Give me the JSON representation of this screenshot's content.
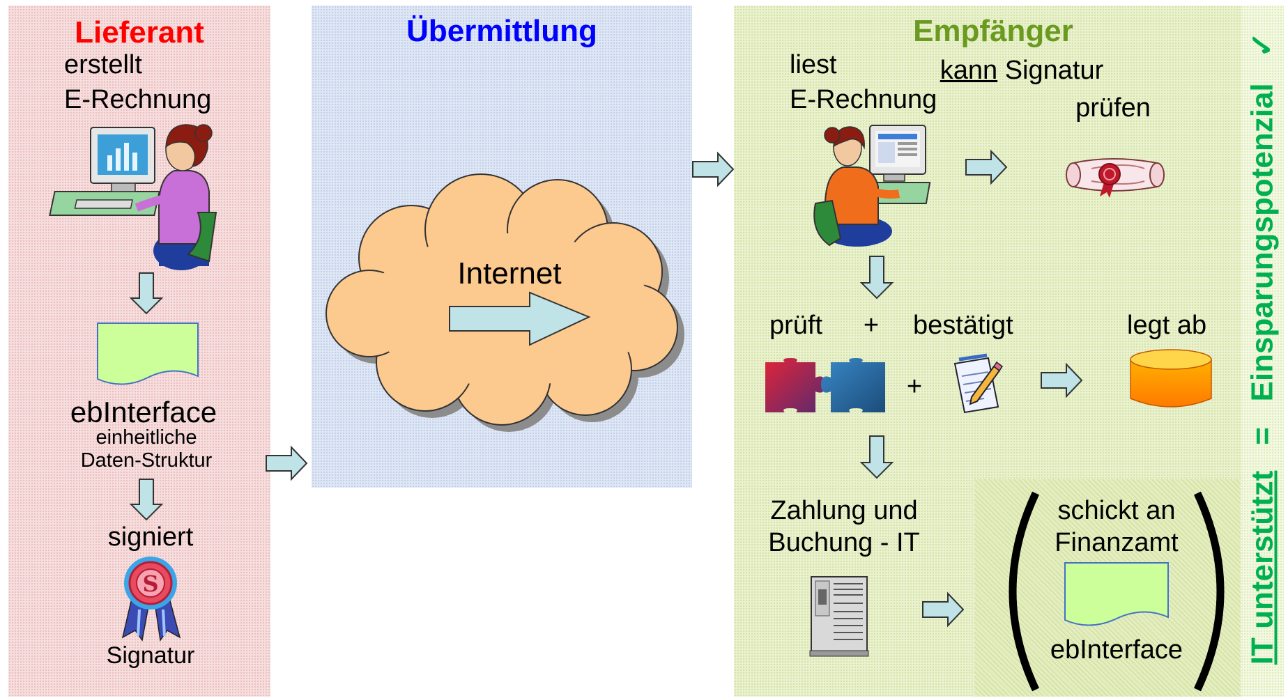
{
  "lieferant": {
    "title": "Lieferant",
    "line1": "erstellt",
    "line2": "E-Rechnung",
    "format_name": "ebInterface",
    "format_desc1": "einheitliche",
    "format_desc2": "Daten-Struktur",
    "sign_label": "signiert",
    "seal_caption": "Signatur"
  },
  "uebermittlung": {
    "title": "Übermittlung",
    "cloud_label": "Internet"
  },
  "empfaenger": {
    "title": "Empfänger",
    "read_line1": "liest",
    "read_line2": "E-Rechnung",
    "sig_check_word": "kann",
    "sig_check_rest": " Signatur",
    "sig_check_line2": "prüfen",
    "check_label": "prüft",
    "plus": "+",
    "confirm_label": "bestätigt",
    "archive_label": "legt ab",
    "payment_line1": "Zahlung und",
    "payment_line2": "Buchung - IT",
    "tax_line1": "schickt an",
    "tax_line2": "Finanzamt",
    "tax_format": "ebInterface"
  },
  "sidebar": {
    "part1": "IT unterstützt",
    "equals": "=",
    "part2": "Einsparungspotenzial",
    "check": "✓"
  },
  "colors": {
    "lieferant_title": "#ff0000",
    "uebermittlung_title": "#0000ff",
    "empfaenger_title": "#6a9a1f",
    "sidebar_text": "#00b050",
    "arrow_fill": "#bfe3e6",
    "cloud_fill": "#fcc98f",
    "document_fill": "#ccff99"
  }
}
